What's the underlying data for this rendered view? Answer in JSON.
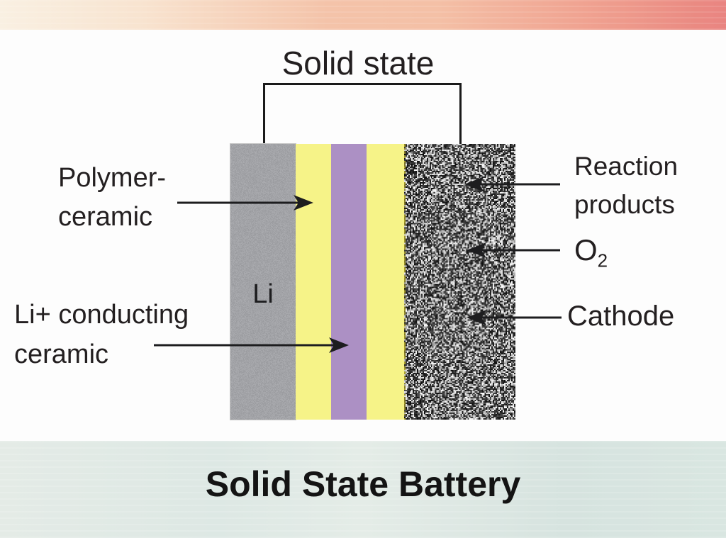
{
  "footer_band": {
    "caption": "Solid State Battery",
    "gradient_left": "#e4ebe6",
    "gradient_right": "#d9e6e1"
  },
  "header_band": {
    "gradient_left": "#f9f0e2",
    "gradient_right": "#e98481"
  },
  "diagram": {
    "top_bracket_label": "Solid state",
    "anode_label": "Li",
    "text_color": "#231f20",
    "left_labels": [
      {
        "id": "polymer-ceramic",
        "lines": [
          "Polymer-",
          "ceramic"
        ],
        "points_to": "polymer-ceramic-layer"
      },
      {
        "id": "li-conducting-ceramic",
        "lines": [
          "Li+ conducting",
          "ceramic"
        ],
        "points_to": "li-conducting-ceramic-layer"
      }
    ],
    "right_labels": [
      {
        "id": "reaction-products",
        "lines": [
          "Reaction",
          "products"
        ],
        "points_to": "cathode-layer"
      },
      {
        "id": "oxygen",
        "symbol": "O",
        "subscript": "2",
        "points_to": "cathode-layer"
      },
      {
        "id": "cathode",
        "lines": [
          "Cathode"
        ],
        "points_to": "cathode-layer"
      }
    ],
    "layers": [
      {
        "name": "li-anode",
        "label": "Li",
        "color": "#a2a3a7",
        "texture": "fine-gray-noise"
      },
      {
        "name": "polymer-ceramic",
        "color": "#f6f388"
      },
      {
        "name": "li-conducting-ceramic",
        "color": "#ac90c4"
      },
      {
        "name": "polymer-ceramic-2",
        "color": "#f6f388"
      },
      {
        "name": "cathode",
        "color": "black-white-speckle"
      }
    ]
  }
}
